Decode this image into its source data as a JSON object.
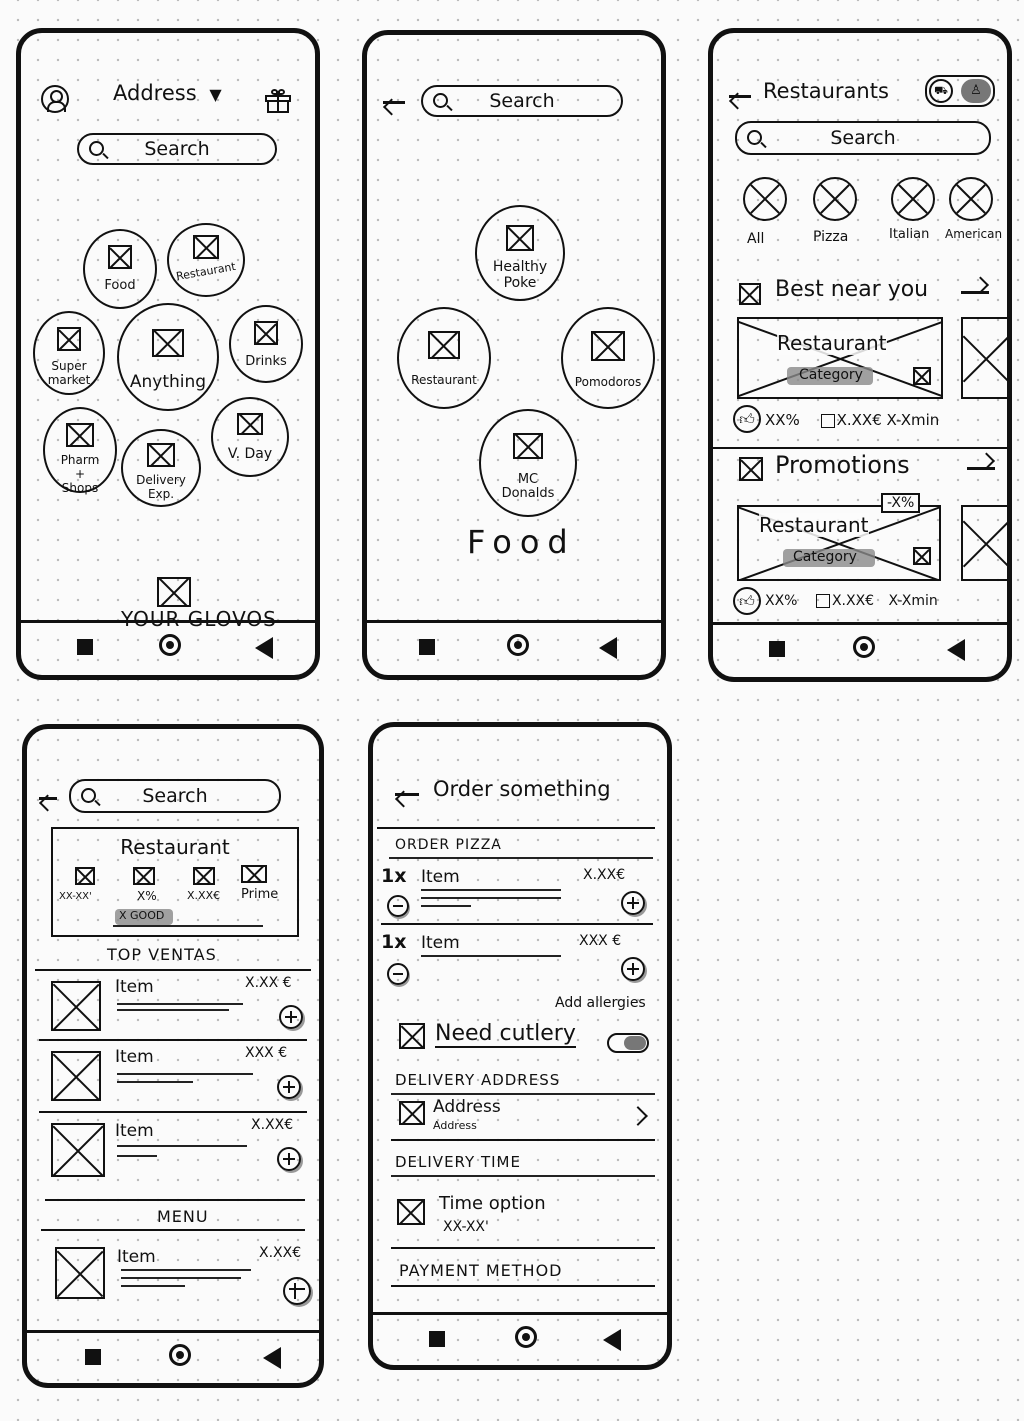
{
  "screen1": {
    "header_address": "Address",
    "search_label": "Search",
    "bubbles": [
      "Food",
      "Restaurant",
      "Super market",
      "Anything",
      "Drinks",
      "V. Day",
      "Pharm + Shops",
      "Delivery Exp."
    ],
    "bottom_label": "YOUR GLOVOS"
  },
  "screen2": {
    "search_label": "Search",
    "bubbles": [
      "Healthy Poke",
      "Restaurant",
      "Pomodoros",
      "MC Donalds"
    ],
    "section_title": "Food"
  },
  "screen3": {
    "title": "Restaurants",
    "search_label": "Search",
    "categories": [
      "All",
      "Pizza",
      "Italian",
      "American"
    ],
    "section1_title": "Best near you",
    "section2_title": "Promotions",
    "card_name": "Restaurant",
    "card_category": "Category",
    "discount_badge": "-X%",
    "meta1": "XX%",
    "meta1_price": "X.XX€",
    "meta1_time": "X-Xmin",
    "meta2": "XX%",
    "meta2_price": "X.XX€",
    "meta2_time": "X-Xmin"
  },
  "screen4": {
    "search_label": "Search",
    "restaurant_title": "Restaurant",
    "info_labels": [
      "XX-XX'",
      "X%",
      "X.XX€",
      "Prime"
    ],
    "rating_label": "X GOOD",
    "top_section": "TOP VENTAS",
    "items": [
      {
        "name": "Item",
        "price": "X.XX €"
      },
      {
        "name": "Item",
        "price": "XXX €"
      },
      {
        "name": "Item",
        "price": "X.XX€"
      }
    ],
    "menu_section": "MENU",
    "menu_item": {
      "name": "Item",
      "price": "X.XX€"
    }
  },
  "screen5": {
    "title": "Order something",
    "order_section": "ORDER PIZZA",
    "order_items": [
      {
        "qty": "1x",
        "name": "Item",
        "price": "X.XX€"
      },
      {
        "qty": "1x",
        "name": "Item",
        "price": "XXX €"
      }
    ],
    "allergies_link": "Add allergies",
    "cutlery_label": "Need cutlery",
    "delivery_address_section": "DELIVERY ADDRESS",
    "address_title": "Address",
    "address_sub": "Address",
    "delivery_time_section": "DELIVERY TIME",
    "time_option": "Time option",
    "time_value": "XX-XX'",
    "payment_section": "PAYMENT METHOD"
  }
}
